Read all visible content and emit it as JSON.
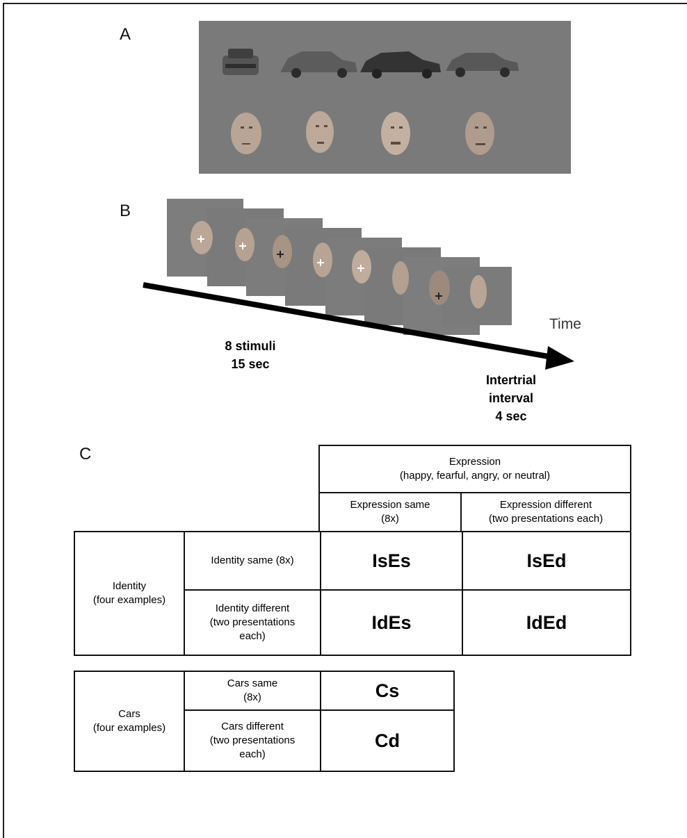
{
  "panels": {
    "a": "A",
    "b": "B",
    "c": "C"
  },
  "panel_b": {
    "time_label": "Time",
    "stimuli_line1": "8 stimuli",
    "stimuli_line2": "15 sec",
    "iti_line1": "Intertrial",
    "iti_line2": "interval",
    "iti_line3": "4 sec"
  },
  "table_faces": {
    "expression_header_line1": "Expression",
    "expression_header_line2": "(happy, fearful, angry, or neutral)",
    "expression_same_line1": "Expression same",
    "expression_same_line2": "(8x)",
    "expression_diff_line1": "Expression different",
    "expression_diff_line2": "(two presentations each)",
    "identity_line1": "Identity",
    "identity_line2": "(four examples)",
    "identity_same": "Identity same (8x)",
    "identity_diff_line1": "Identity different",
    "identity_diff_line2": "(two presentations",
    "identity_diff_line3": "each)",
    "cells": {
      "IsEs": "IsEs",
      "IsEd": "IsEd",
      "IdEs": "IdEs",
      "IdEd": "IdEd"
    }
  },
  "table_cars": {
    "cars_line1": "Cars",
    "cars_line2": "(four examples)",
    "cars_same_line1": "Cars same",
    "cars_same_line2": "(8x)",
    "cars_diff_line1": "Cars different",
    "cars_diff_line2": "(two presentations",
    "cars_diff_line3": "each)",
    "cells": {
      "Cs": "Cs",
      "Cd": "Cd"
    }
  }
}
